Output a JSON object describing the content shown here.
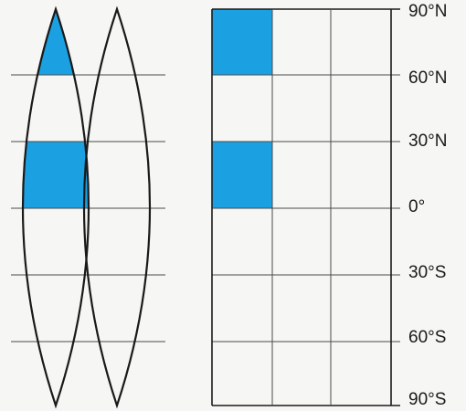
{
  "latitude_labels": [
    "90°N",
    "60°N",
    "30°N",
    "0°",
    "30°S",
    "60°S",
    "90°S"
  ],
  "latitudes": [
    90,
    60,
    30,
    0,
    -30,
    -60,
    -90
  ],
  "colors": {
    "highlight": "#1ba1e2",
    "line": "#1a1a1a",
    "grid": "#4a4a4a",
    "background": "#f6f6f4"
  },
  "gores": {
    "count": 2,
    "highlighted_cells": [
      {
        "gore": 0,
        "from_lat": 60,
        "to_lat": 90
      },
      {
        "gore": 0,
        "from_lat": 0,
        "to_lat": 30
      }
    ]
  },
  "grid": {
    "columns": 3,
    "highlighted_cells": [
      {
        "column": 0,
        "from_lat": 60,
        "to_lat": 90
      },
      {
        "column": 0,
        "from_lat": 0,
        "to_lat": 30
      }
    ]
  }
}
